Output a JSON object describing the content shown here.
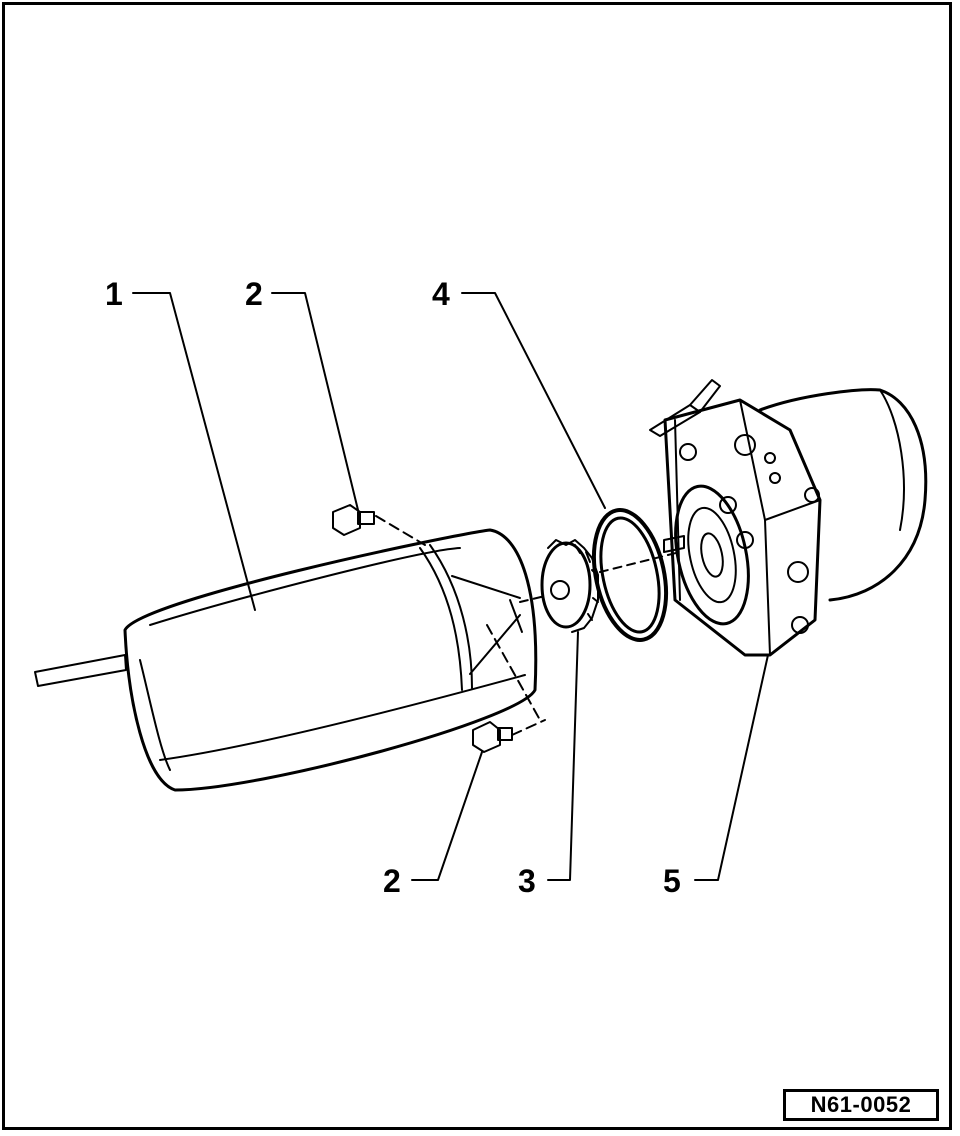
{
  "figure": {
    "reference_code": "N61-0052",
    "parts": [
      {
        "number": "1",
        "part": "housing"
      },
      {
        "number": "2",
        "part": "bolt-upper"
      },
      {
        "number": "2",
        "part": "bolt-lower"
      },
      {
        "number": "3",
        "part": "coupling"
      },
      {
        "number": "4",
        "part": "o-ring"
      },
      {
        "number": "5",
        "part": "pump-unit"
      }
    ]
  },
  "colors": {
    "line": "#000000",
    "background": "#ffffff"
  }
}
